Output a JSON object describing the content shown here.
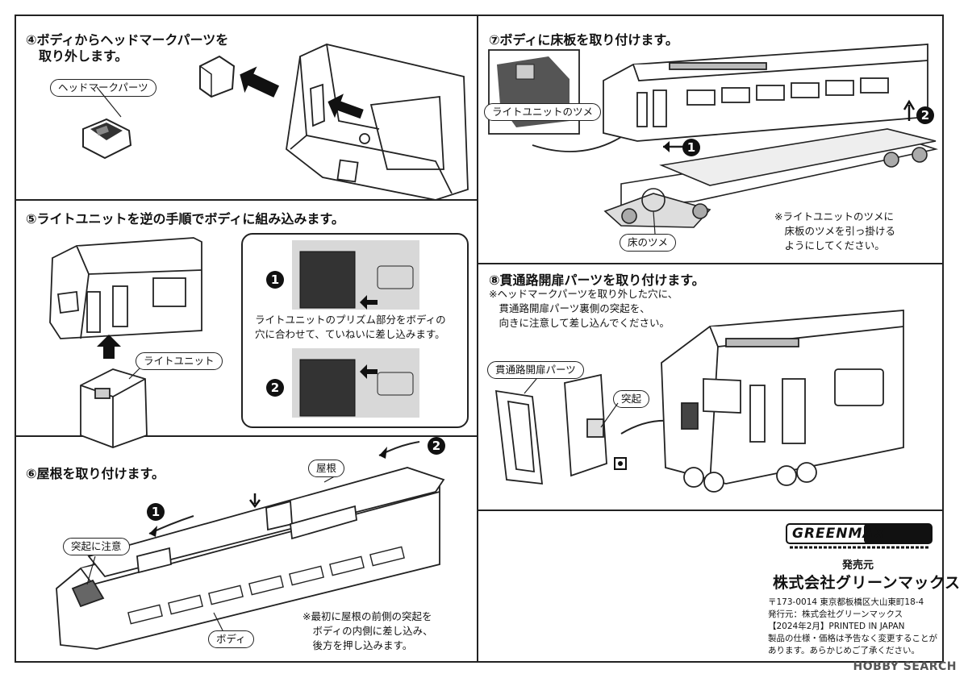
{
  "steps": {
    "step4": {
      "title": "④ボディからヘッドマークパーツを\n　取り外します。",
      "part_label": "ヘッドマークパーツ"
    },
    "step5": {
      "title": "⑤ライトユニットを逆の手順でボディに組み込みます。",
      "unit_label": "ライトユニット",
      "instruction": "ライトユニットのプリズム部分をボディの\n穴に合わせて、ていねいに差し込みます。",
      "badge1": "1",
      "badge2": "2"
    },
    "step6": {
      "title": "⑥屋根を取り付けます。",
      "roof_label": "屋根",
      "caution_label": "突起に注意",
      "body_label": "ボディ",
      "note": "※最初に屋根の前側の突起を\n　ボディの内側に差し込み、\n　後方を押し込みます。",
      "badge1": "1",
      "badge2": "2"
    },
    "step7": {
      "title": "⑦ボディに床板を取り付けます。",
      "tab_label": "ライトユニットのツメ",
      "floor_tab_label": "床のツメ",
      "note": "※ライトユニットのツメに\n　床板のツメを引っ掛ける\n　ようにしてください。",
      "badge1": "1",
      "badge2": "2"
    },
    "step8": {
      "title": "⑧貫通路開扉パーツを取り付けます。",
      "note": "※ヘッドマークパーツを取り外した穴に、\n　貫通路開扉パーツ裏側の突起を、\n　向きに注意して差し込んでください。",
      "part_label": "貫通路開扉パーツ",
      "projection_label": "突起"
    }
  },
  "publisher": {
    "logo_text": "GREENMAX",
    "role": "発売元",
    "company": "株式会社グリーンマックス",
    "address": "〒173-0014 東京都板橋区大山東町18-4\n発行元：株式会社グリーンマックス\n【2024年2月】PRINTED IN JAPAN\n製品の仕様・価格は予告なく変更することが\nあります。あらかじめご了承ください。"
  },
  "watermark": "HOBBY SEARCH"
}
